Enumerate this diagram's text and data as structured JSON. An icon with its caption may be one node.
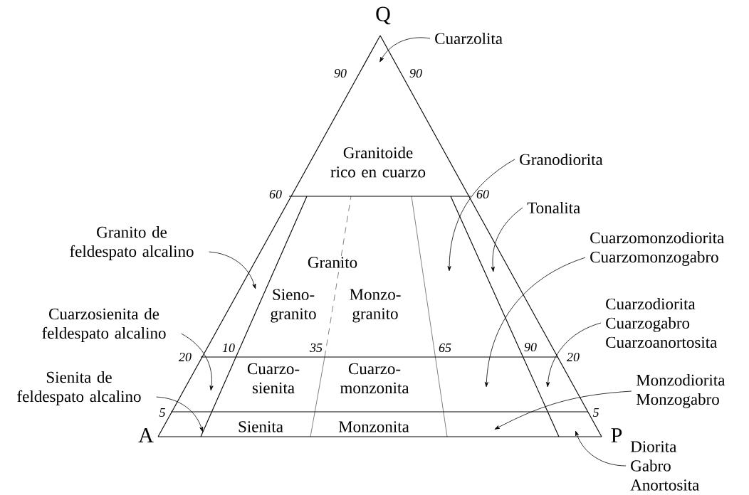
{
  "diagram": {
    "nodes": [
      {
        "text": [
          "Cuarzolita"
        ]
      },
      {
        "text": [
          "Granodiorita"
        ]
      },
      {
        "text": [
          "Tonalita"
        ]
      },
      {
        "text": [
          "Granito de feldespato alcalino"
        ]
      },
      {
        "text": [
          "Cuarzomonzodiorita",
          "Cuarzomonzogabro"
        ]
      },
      {
        "text": [
          "Cuarzodiorita",
          "Cuarzogabro",
          "Cuarzoanortosita"
        ]
      },
      {
        "text": [
          "Cuarzosienita de feldespato alcalino"
        ]
      },
      {
        "text": [
          "Sienita de feldespato alcalino"
        ]
      },
      {
        "text": [
          "Monzodiorita",
          "Monzogabro"
        ]
      },
      {
        "text": [
          "Diorita",
          "Gabro",
          "Anortosita"
        ]
      }
    ],
    "edges": [
      {
        "from": 0,
        "to": null,
        "arrow": "to"
      },
      {
        "from": 1,
        "to": null,
        "arrow": "to"
      },
      {
        "from": 2,
        "to": null,
        "arrow": "to"
      },
      {
        "from": 3,
        "to": null,
        "arrow": "to"
      },
      {
        "from": 4,
        "to": null,
        "arrow": "to"
      },
      {
        "from": 5,
        "to": null,
        "arrow": "to"
      },
      {
        "from": 6,
        "to": null,
        "arrow": "to"
      },
      {
        "from": 7,
        "to": null,
        "arrow": "to"
      },
      {
        "from": 8,
        "to": null,
        "arrow": "to"
      },
      {
        "from": 9,
        "to": null,
        "arrow": "to"
      }
    ],
    "labels": [
      "Q",
      "90",
      "90",
      "Granitoide rico en cuarzo",
      "60",
      "60",
      "Granito",
      "Sieno- granito",
      "Monzo- granito",
      "20",
      "10",
      "35",
      "65",
      "90",
      "20",
      "Cuarzo- sienita",
      "Cuarzo- monzonita",
      "5",
      "5",
      "Sienita",
      "Monzonita",
      "A",
      "P"
    ]
  }
}
